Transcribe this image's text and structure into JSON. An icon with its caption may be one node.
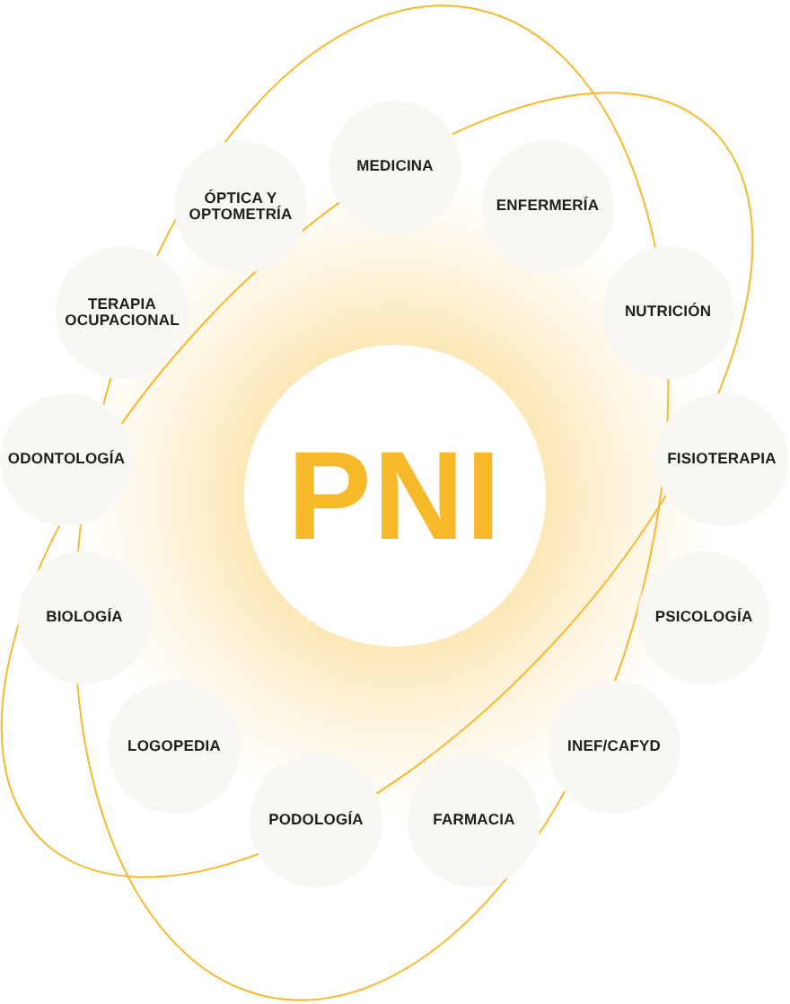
{
  "diagram": {
    "nodes": [
      {
        "text": [
          "PNI"
        ]
      },
      {
        "text": [
          "MEDICINA"
        ]
      },
      {
        "text": [
          "ENFERMERÍA"
        ]
      },
      {
        "text": [
          "NUTRICIÓN"
        ]
      },
      {
        "text": [
          "FISIOTERAPIA"
        ]
      },
      {
        "text": [
          "PSICOLOGÍA"
        ]
      },
      {
        "text": [
          "INEF/CAFYD"
        ]
      },
      {
        "text": [
          "FARMACIA"
        ]
      },
      {
        "text": [
          "PODOLOGÍA"
        ]
      },
      {
        "text": [
          "LOGOPEDIA"
        ]
      },
      {
        "text": [
          "BIOLOGÍA"
        ]
      },
      {
        "text": [
          "ODONTOLOGÍA"
        ]
      },
      {
        "text": [
          "TERAPIA OCUPACIONAL"
        ]
      },
      {
        "text": [
          "ÓPTICA Y OPTOMETRÍA"
        ]
      }
    ]
  }
}
